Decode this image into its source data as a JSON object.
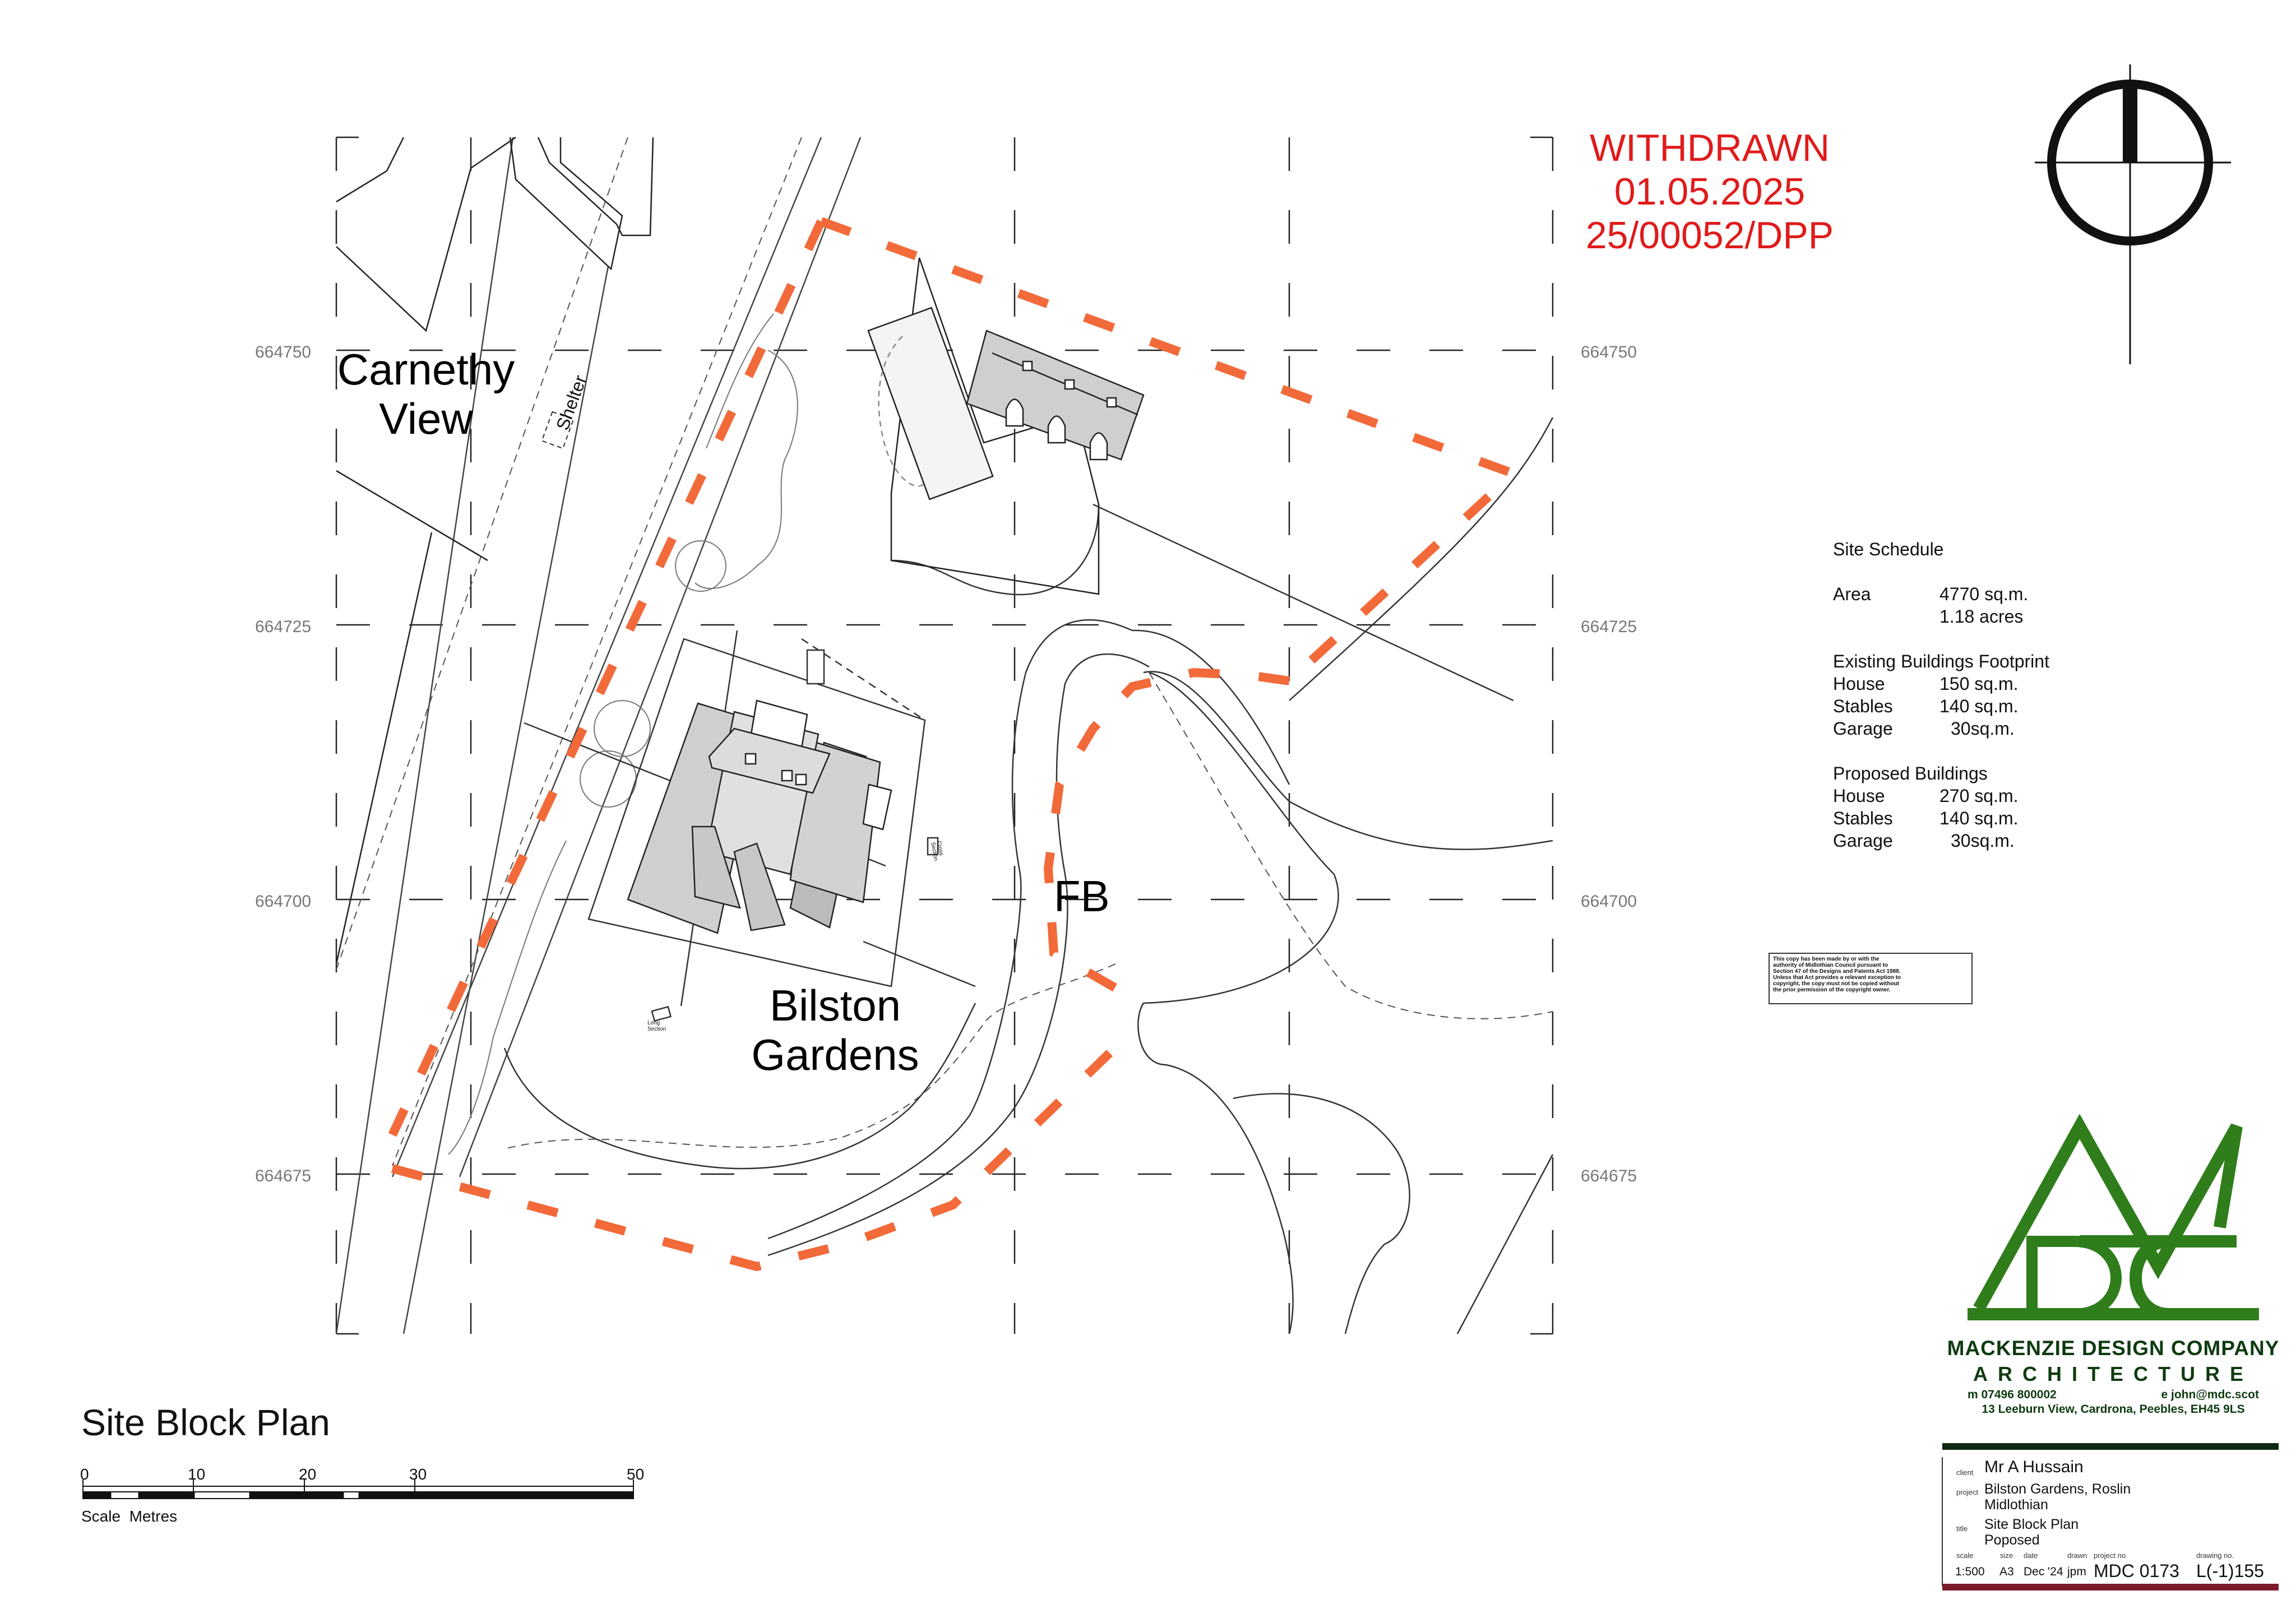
{
  "status": {
    "line1": "WITHDRAWN",
    "line2": "01.05.2025",
    "line3": "25/00052/DPP",
    "color": "#e01b1b"
  },
  "place_labels": {
    "carnethy_1": "Carnethy",
    "carnethy_2": "View",
    "bilston_1": "Bilston",
    "bilston_2": "Gardens",
    "fb": "FB",
    "shelter": "Shelter",
    "cross_section": "Cross Section",
    "long_section": "Long Section"
  },
  "grid": {
    "northings_left": [
      "664750",
      "664725",
      "664700",
      "664675"
    ],
    "northings_right": [
      "664750",
      "664725",
      "664700",
      "664675"
    ]
  },
  "site_schedule": {
    "heading": "Site Schedule",
    "area_label": "Area",
    "area_sqm": "4770 sq.m.",
    "area_acres": "1.18 acres",
    "existing_heading": "Existing Buildings Footprint",
    "existing": [
      {
        "name": "House",
        "value": "150 sq.m."
      },
      {
        "name": "Stables",
        "value": "140 sq.m."
      },
      {
        "name": "Garage",
        "value": "30sq.m."
      }
    ],
    "proposed_heading": "Proposed Buildings",
    "proposed": [
      {
        "name": "House",
        "value": "270 sq.m."
      },
      {
        "name": "Stables",
        "value": "140 sq.m."
      },
      {
        "name": "Garage",
        "value": "30sq.m."
      }
    ]
  },
  "copyright_note": "This copy has been made by or with the authority of Midlothian Council pursuant to Section 47 of the Designs and Patents Act 1988. Unless that Act provides a relevant exception to copyright, the copy must not be copied without the prior permission of the copyright owner.",
  "drawing_title": "Site Block Plan",
  "scale_bar": {
    "ticks": [
      "0",
      "10",
      "20",
      "30",
      "50"
    ],
    "caption_scale": "Scale",
    "caption_units": "Metres"
  },
  "company": {
    "logo_letters": "MDC",
    "name": "MACKENZIE DESIGN COMPANY",
    "discipline": "ARCHITECTURE",
    "mobile": "m  07496 800002",
    "email": "e  john@mdc.scot",
    "address": "13 Leeburn View, Cardrona, Peebles, EH45 9LS",
    "brand_color": "#2f7d1b",
    "text_color": "#0e3b10"
  },
  "title_block": {
    "client_label": "client",
    "client": "Mr A Hussain",
    "project_label": "project",
    "project_1": "Bilston Gardens, Roslin",
    "project_2": "Midlothian",
    "title_label": "title",
    "title_1": "Site Block Plan",
    "title_2": "Poposed",
    "scale_label": "scale",
    "scale": "1:500",
    "size_label": "size",
    "size": "A3",
    "date_label": "date",
    "date": "Dec '24",
    "drawn_label": "drawn",
    "drawn": "jpm",
    "project_no_label": "project no.",
    "project_no": "MDC 0173",
    "drawing_no_label": "drawing no.",
    "drawing_no": "L(-1)155",
    "top_rule_color": "#0e2a10",
    "bottom_rule_color": "#7a1a2c"
  },
  "boundary_color": "#f26a3a"
}
